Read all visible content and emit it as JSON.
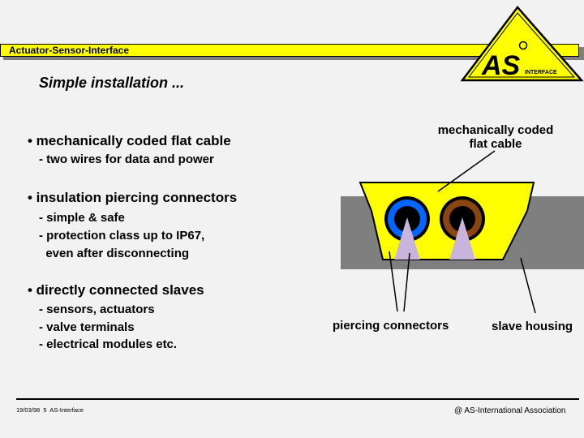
{
  "header": {
    "title": "Actuator-Sensor-Interface",
    "logo_text": "AS",
    "logo_subtext": "INTERFACE"
  },
  "slide": {
    "subtitle": "Simple installation ...",
    "bullets": [
      {
        "text": "• mechanically coded flat cable",
        "sub": [
          "- two wires for data and power"
        ]
      },
      {
        "text": "• insulation piercing connectors",
        "sub": [
          "- simple & safe",
          "- protection class up to IP67,",
          "  even after disconnecting"
        ]
      },
      {
        "text": "• directly connected slaves",
        "sub": [
          "- sensors, actuators",
          "- valve terminals",
          "- electrical modules etc."
        ]
      }
    ]
  },
  "diagram": {
    "label_cable_line1": "mechanically coded",
    "label_cable_line2": "flat cable",
    "label_piercing": "piercing connectors",
    "label_housing": "slave housing",
    "colors": {
      "cable": "#ffff00",
      "housing": "#7f7f7f",
      "wire_left": "#0066ff",
      "wire_right": "#8b4513",
      "piercer": "#c8b4dc"
    }
  },
  "footer": {
    "left": "19/03/98  5  AS-Interface",
    "right": "@  AS-International Association"
  }
}
